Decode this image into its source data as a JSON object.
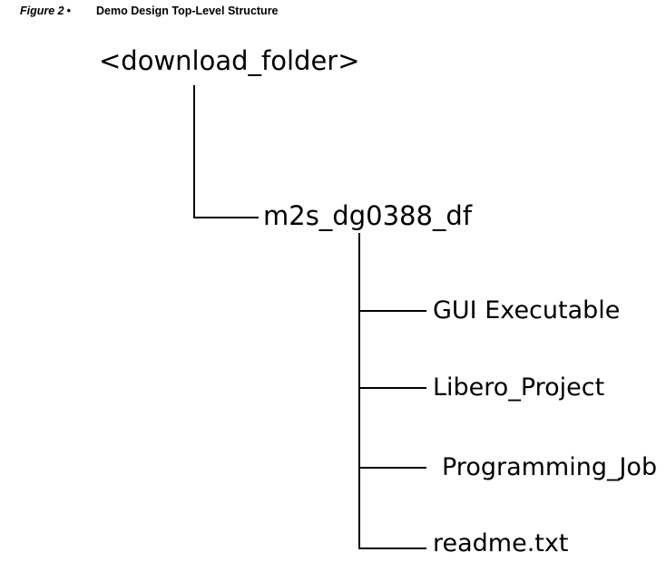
{
  "figure": {
    "label": "Figure 2",
    "bullet": "•",
    "title": "Demo Design Top-Level Structure"
  },
  "tree": {
    "root": {
      "label": "<download_folder>"
    },
    "project": {
      "label": "m2s_dg0388_df"
    },
    "children": [
      {
        "label": "GUI Executable"
      },
      {
        "label": "Libero_Project"
      },
      {
        "label": "Programming_Job"
      },
      {
        "label": "readme.txt"
      }
    ]
  },
  "colors": {
    "background": "#ffffff",
    "text": "#000000",
    "line": "#000000"
  }
}
